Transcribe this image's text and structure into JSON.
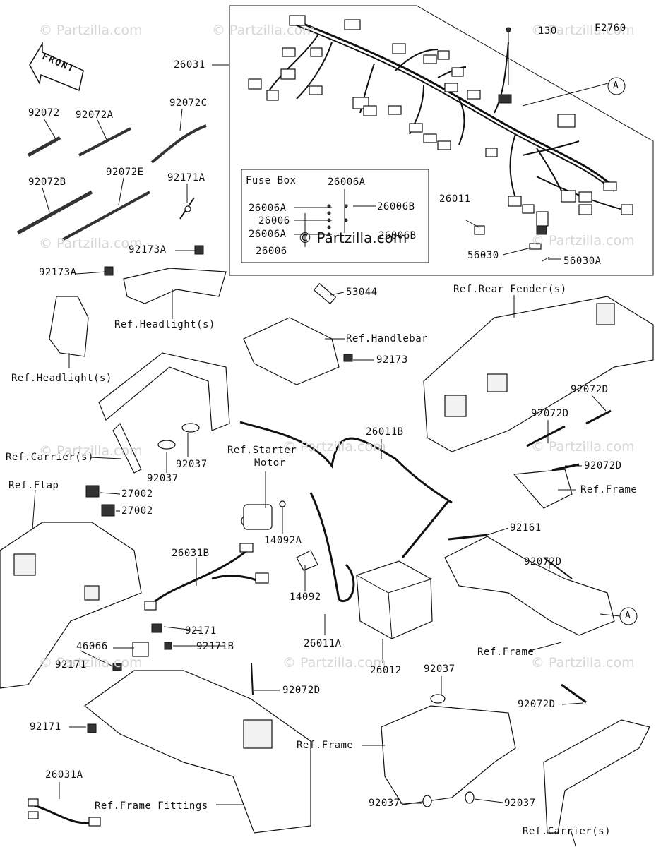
{
  "figure_code": "F2760",
  "front_label": "FRONT",
  "watermark": "© Partzilla.com",
  "watermark_center": "© Partzilla.com",
  "fuse_box": {
    "title": "Fuse Box",
    "labels": [
      "26006A",
      "26006A",
      "26006",
      "26006A",
      "26006",
      "26006B",
      "26006B"
    ]
  },
  "callout_a": "A",
  "parts": {
    "p26031": "26031",
    "p130": "130",
    "p92072": "92072",
    "p92072A": "92072A",
    "p92072C": "92072C",
    "p92072B": "92072B",
    "p92072E": "92072E",
    "p92171A": "92171A",
    "p92173A_1": "92173A",
    "p92173A_2": "92173A",
    "p26011": "26011",
    "p56030": "56030",
    "p56030A": "56030A",
    "p53044": "53044",
    "p92173": "92173",
    "p26011B": "26011B",
    "p92072D_1": "92072D",
    "p92072D_2": "92072D",
    "p92072D_3": "92072D",
    "p92072D_4": "92072D",
    "p92072D_5": "92072D",
    "p92072D_6": "92072D",
    "p92037_1": "92037",
    "p92037_2": "92037",
    "p92037_3": "92037",
    "p92037_4": "92037",
    "p92037_5": "92037",
    "p27002_1": "27002",
    "p27002_2": "27002",
    "p14092A": "14092A",
    "p14092": "14092",
    "p26011A": "26011A",
    "p26012": "26012",
    "p26031B": "26031B",
    "p92161": "92161",
    "p46066": "46066",
    "p92171_1": "92171",
    "p92171_2": "92171",
    "p92171_3": "92171",
    "p92171B": "92171B",
    "p26031A": "26031A"
  },
  "refs": {
    "headlight_1": "Ref.Headlight(s)",
    "headlight_2": "Ref.Headlight(s)",
    "handlebar": "Ref.Handlebar",
    "rear_fender": "Ref.Rear Fender(s)",
    "carrier_1": "Ref.Carrier(s)",
    "carrier_2": "Ref.Carrier(s)",
    "starter_motor_1": "Ref.Starter",
    "starter_motor_2": "Motor",
    "flap": "Ref.Flap",
    "frame_1": "Ref.Frame",
    "frame_2": "Ref.Frame",
    "frame_3": "Ref.Frame",
    "frame_fittings": "Ref.Frame Fittings"
  }
}
